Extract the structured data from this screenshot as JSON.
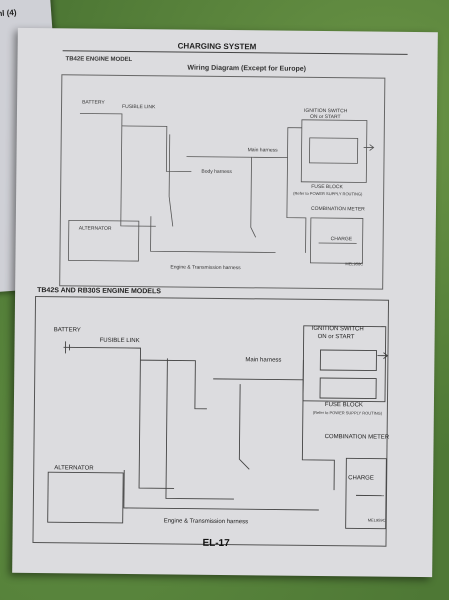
{
  "left_page": {
    "fragment": "ml (4)"
  },
  "header": {
    "title": "CHARGING SYSTEM"
  },
  "section1": {
    "title": "TB42E ENGINE MODEL",
    "subtitle": "Wiring Diagram (Except for Europe)",
    "battery": "BATTERY",
    "fusible_link": "FUSIBLE LINK",
    "ignition_switch": "IGNITION SWITCH",
    "ignition_pos": "ON or START",
    "main_harness": "Main harness",
    "body_harness": "Body harness",
    "fuse_block": "FUSE BLOCK",
    "fuse_block_sub": "(Refer to POWER SUPPLY ROUTING)",
    "combination_meter": "COMBINATION METER",
    "charge": "CHARGE",
    "alternator": "ALTERNATOR",
    "engine_harness": "Engine & Transmission harness",
    "code": "MEL958C"
  },
  "section2": {
    "title": "TB42S AND RB30S ENGINE MODELS",
    "battery": "BATTERY",
    "fusible_link": "FUSIBLE LINK",
    "ignition_switch": "IGNITION SWITCH",
    "ignition_pos": "ON or START",
    "main_harness": "Main harness",
    "fuse_block": "FUSE BLOCK",
    "fuse_block_sub": "(Refer to POWER SUPPLY ROUTING)",
    "combination_meter": "COMBINATION METER",
    "charge": "CHARGE",
    "alternator": "ALTERNATOR",
    "engine_harness": "Engine & Transmission harness",
    "code": "MEL959C"
  },
  "footer": {
    "page_number": "EL-17"
  }
}
